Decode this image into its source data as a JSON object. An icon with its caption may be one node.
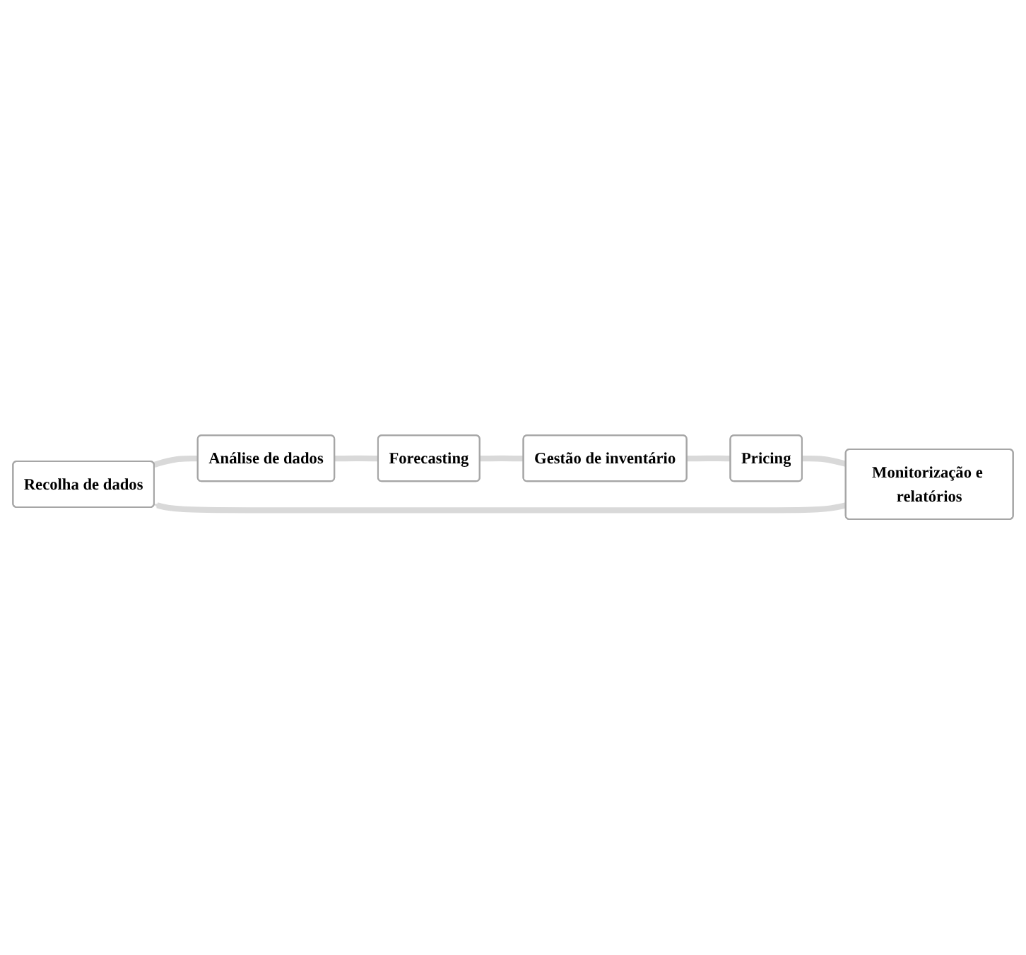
{
  "diagram": {
    "nodes": [
      {
        "text": [
          "Recolha de dados"
        ]
      },
      {
        "text": [
          "Análise de dados"
        ]
      },
      {
        "text": [
          "Forecasting"
        ]
      },
      {
        "text": [
          "Gestão de inventário"
        ]
      },
      {
        "text": [
          "Pricing"
        ]
      },
      {
        "text": [
          "Monitorização e relatórios"
        ]
      }
    ],
    "edges": [
      {
        "from": 0,
        "to": 1,
        "arrow": "none"
      },
      {
        "from": 1,
        "to": 2,
        "arrow": "none"
      },
      {
        "from": 2,
        "to": 3,
        "arrow": "none"
      },
      {
        "from": 3,
        "to": 4,
        "arrow": "none"
      },
      {
        "from": 4,
        "to": 5,
        "arrow": "none"
      },
      {
        "from": 5,
        "to": 0,
        "arrow": "to"
      }
    ]
  }
}
